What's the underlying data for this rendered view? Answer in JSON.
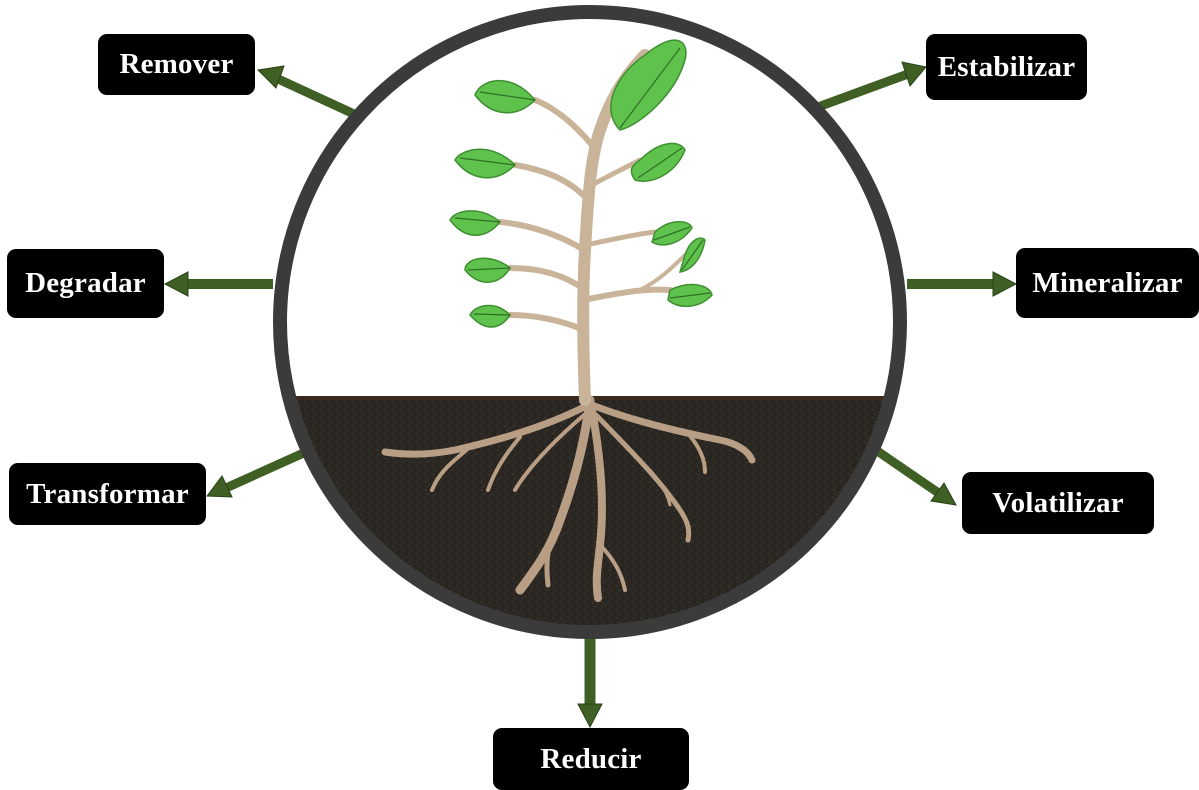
{
  "labels": {
    "remover": "Remover",
    "estabilizar": "Estabilizar",
    "degradar": "Degradar",
    "mineralizar": "Mineralizar",
    "transformar": "Transformar",
    "volatilizar": "Volatilizar",
    "reducir": "Reducir"
  },
  "colors": {
    "arrow": "#3f5f24",
    "arrow_outline": "#2a4217",
    "label_bg": "#000000",
    "label_text": "#ffffff",
    "ring": "#3b3b3b",
    "soil": "#2a2622",
    "leaf": "#5fc24d",
    "stem": "#c9b49a",
    "root": "#b89e84"
  },
  "icons": {
    "center": "plant-with-roots-icon"
  }
}
